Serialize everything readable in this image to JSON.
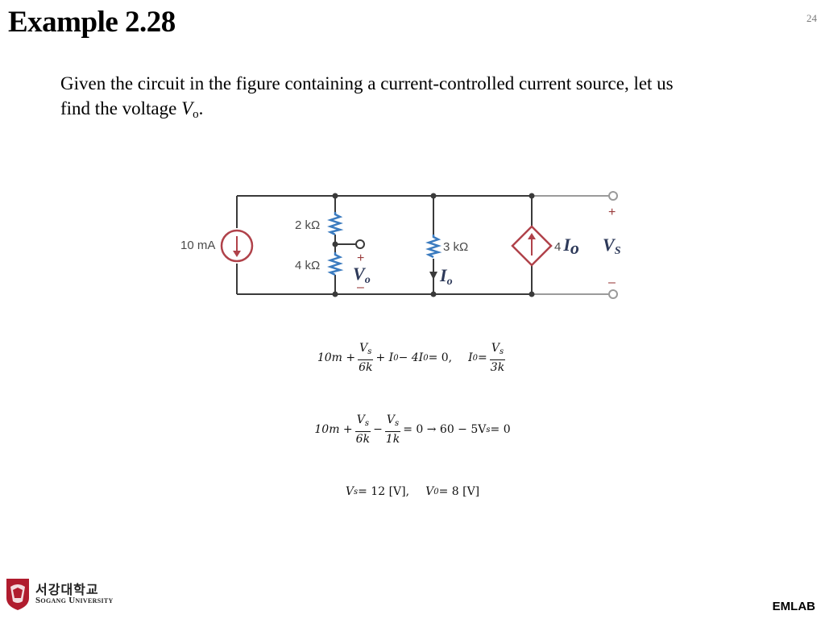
{
  "slide": {
    "title": "Example 2.28",
    "page_number": "24",
    "intro_main": "Given the circuit in the figure containing a current-controlled current source, let us",
    "intro_line2": "find the voltage ",
    "intro_var": "V",
    "intro_sub": "o",
    "intro_end": "."
  },
  "circuit": {
    "source_label": "10 mA",
    "r1_label": "2 kΩ",
    "r2_label": "4 kΩ",
    "r3_label": "3 kΩ",
    "dep_source_coeff": "4",
    "dep_source_var": "I",
    "dep_source_sub": "o",
    "vo_var": "V",
    "vo_sub": "o",
    "io_var": "I",
    "io_sub": "o",
    "vs_var": "V",
    "vs_sub": "S",
    "plus_sign": "+",
    "minus_sign": "–",
    "colors": {
      "wire": "#3a3a3a",
      "source": "#b0424a",
      "resistor": "#3b7bbf",
      "terminal": "#9a9a9a"
    }
  },
  "equations": {
    "eq1": {
      "term1": "10m +",
      "frac1_num": "V",
      "frac1_num_sub": "s",
      "frac1_den": "6k",
      "rest": "+ I",
      "rest_sub1": "0",
      "rest2": " − 4I",
      "rest_sub2": "0",
      "rest3": " = 0,",
      "lhs2": "I",
      "lhs2_sub": "0",
      "eq2": " =",
      "frac2_num": "V",
      "frac2_num_sub": "s",
      "frac2_den": "3k"
    },
    "eq2": {
      "term1": "10m +",
      "frac1_num": "V",
      "frac1_num_sub": "s",
      "frac1_den": "6k",
      "minus": " −",
      "frac2_num": "V",
      "frac2_num_sub": "s",
      "frac2_den": "1k",
      "rest": " = 0 → 60 − 5V",
      "rest_sub": "s",
      "rest2": " = 0"
    },
    "eq3": {
      "a": "V",
      "a_sub": "s",
      "a_rest": " = 12 [V],",
      "b": "V",
      "b_sub": "0",
      "b_rest": " = 8 [V]"
    }
  },
  "footer": {
    "university_korean": "서강대학교",
    "university_english": "Sogang University",
    "lab": "EMLAB"
  }
}
